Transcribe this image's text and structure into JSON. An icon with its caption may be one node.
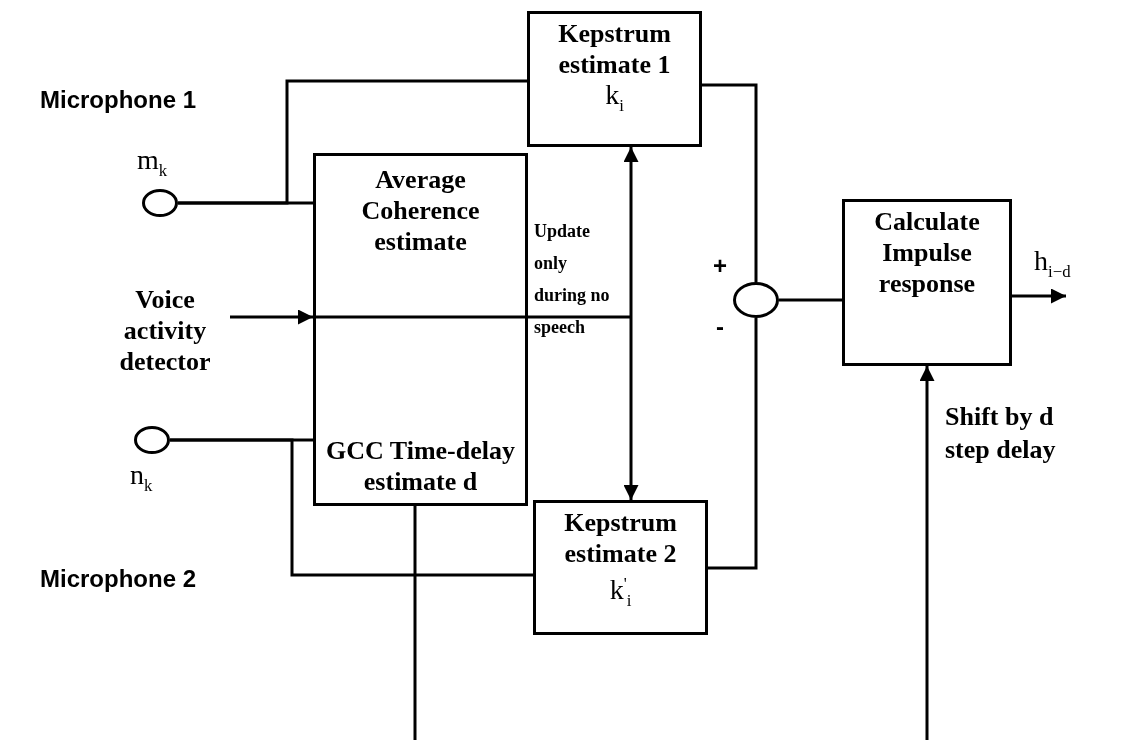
{
  "diagram": {
    "nodes": [
      {
        "text": [],
        "shape": "circle",
        "beside": [
          "Microphone 1",
          "m$_{k}$"
        ]
      },
      {
        "text": [
          "Kepstrum estimate 1",
          "k$_{i}$"
        ]
      },
      {
        "text": [
          "Average Coherence estimate"
        ]
      },
      {
        "text": [
          "Voice activity detector"
        ]
      },
      {
        "text": [
          "GCC Time-delay estimate d"
        ]
      },
      {
        "text": [],
        "shape": "circle",
        "beside": [
          "n$_{k}$",
          "Microphone 2"
        ]
      },
      {
        "text": [
          "Kepstrum estimate 2",
          "k$^{'}$$_{i}$"
        ]
      },
      {
        "text": [],
        "shape": "circle",
        "beside": [
          "+",
          "-"
        ]
      },
      {
        "text": [
          "Calculate Impulse response"
        ]
      }
    ],
    "edges": [
      {
        "from": 0,
        "to": 2,
        "arrow": "none"
      },
      {
        "from": 0,
        "to": 1,
        "arrow": "none"
      },
      {
        "from": 3,
        "to": 2,
        "arrow": "to"
      },
      {
        "from": 1,
        "to": 6,
        "arrow": "both",
        "label": "Update only during no speech"
      },
      {
        "from": 5,
        "to": 4,
        "arrow": "none"
      },
      {
        "from": 5,
        "to": 6,
        "arrow": "none"
      },
      {
        "from": 1,
        "to": 7,
        "arrow": "none"
      },
      {
        "from": 6,
        "to": 7,
        "arrow": "none"
      },
      {
        "from": 7,
        "to": 8,
        "arrow": "none"
      },
      {
        "from": 8,
        "to": null,
        "arrow": "to",
        "label": "h$_{i−d}$"
      },
      {
        "from": null,
        "to": 8,
        "arrow": "to",
        "label": "Shift by d step delay"
      },
      {
        "from": 4,
        "to": null,
        "arrow": "none"
      }
    ]
  }
}
